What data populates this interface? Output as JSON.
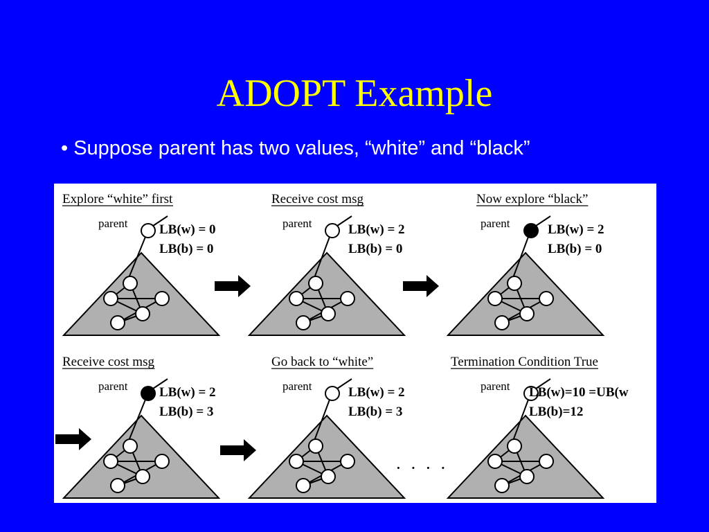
{
  "slide": {
    "title": "ADOPT Example",
    "bullet": "• Suppose parent has two values, “white” and “black”"
  },
  "panels": [
    {
      "caption": "Explore “white” first",
      "parent_label": "parent",
      "parent_color": "white",
      "lb_w": "LB(w) = 0",
      "lb_b": "LB(b) = 0",
      "arrow_before": false,
      "arrow_after": true
    },
    {
      "caption": "Receive cost msg",
      "parent_label": "parent",
      "parent_color": "white",
      "lb_w": "LB(w) = 2",
      "lb_b": "LB(b) = 0",
      "arrow_before": false,
      "arrow_after": true
    },
    {
      "caption": "Now explore “black”",
      "parent_label": "parent",
      "parent_color": "black",
      "lb_w": "LB(w) = 2",
      "lb_b": "LB(b) = 0",
      "arrow_before": false,
      "arrow_after": false
    },
    {
      "caption": "Receive cost msg",
      "parent_label": "parent",
      "parent_color": "black",
      "lb_w": "LB(w) = 2",
      "lb_b": "LB(b) = 3",
      "arrow_before": true,
      "arrow_after": true
    },
    {
      "caption": "Go back to “white”",
      "parent_label": "parent",
      "parent_color": "white",
      "lb_w": "LB(w) = 2",
      "lb_b": "LB(b) = 3",
      "arrow_before": false,
      "arrow_after": false
    },
    {
      "caption": "Termination Condition True",
      "parent_label": "parent",
      "parent_color": "white",
      "lb_w": "LB(w)=10 =UB(w",
      "lb_b": "LB(b)=12",
      "arrow_before": false,
      "arrow_after": false
    }
  ],
  "ellipsis": ". . . .",
  "colors": {
    "background": "#0000ff",
    "title": "#ffff00",
    "bullet": "#ffffff",
    "triangle_fill": "#b0b0b0",
    "stroke": "#000000"
  }
}
